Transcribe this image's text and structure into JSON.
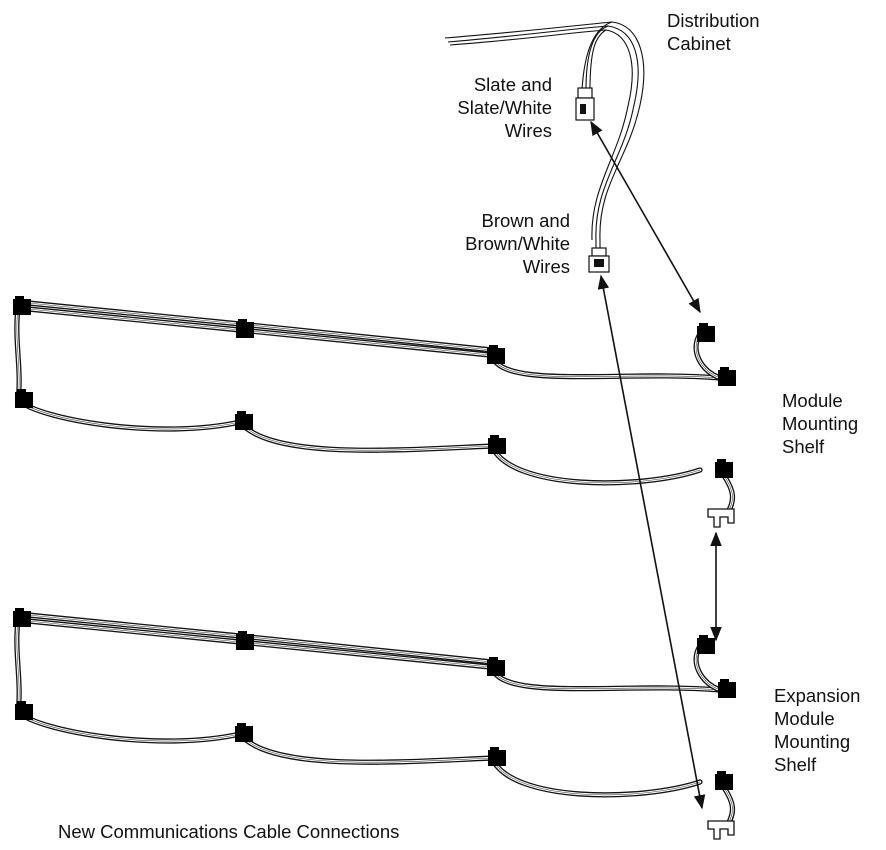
{
  "labels": {
    "distribution_cabinet": [
      "Distribution",
      "Cabinet"
    ],
    "slate_wires": [
      "Slate and",
      "Slate/White",
      "Wires"
    ],
    "brown_wires": [
      "Brown and",
      "Brown/White",
      "Wires"
    ],
    "module_shelf": [
      "Module",
      "Mounting",
      "Shelf"
    ],
    "expansion_shelf": [
      "Expansion",
      "Module",
      "Mounting",
      "Shelf"
    ],
    "caption": "New Communications Cable Connections"
  },
  "colors": {
    "line": "#111111",
    "background": "#ffffff"
  }
}
